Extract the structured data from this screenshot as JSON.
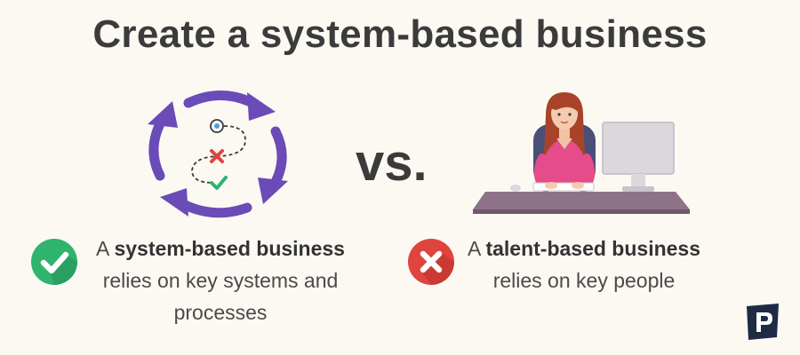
{
  "title": "Create a system-based business",
  "vs_label": "vs.",
  "left": {
    "prefix": "A ",
    "bold": "system-based business",
    "rest": "relies on key systems and processes",
    "badge_icon": "check-circle-icon",
    "badge_color": "#2fb46e"
  },
  "right": {
    "prefix": "A ",
    "bold": "talent-based business",
    "rest": "relies on key people",
    "badge_icon": "cross-circle-icon",
    "badge_color": "#e0443e"
  },
  "colors": {
    "background": "#fcf9f3",
    "text": "#3b3b3b",
    "arrow_purple": "#6a4bb7",
    "desk": "#8e7388",
    "shirt": "#e64c89"
  },
  "logo_icon": "brand-p-logo-icon"
}
